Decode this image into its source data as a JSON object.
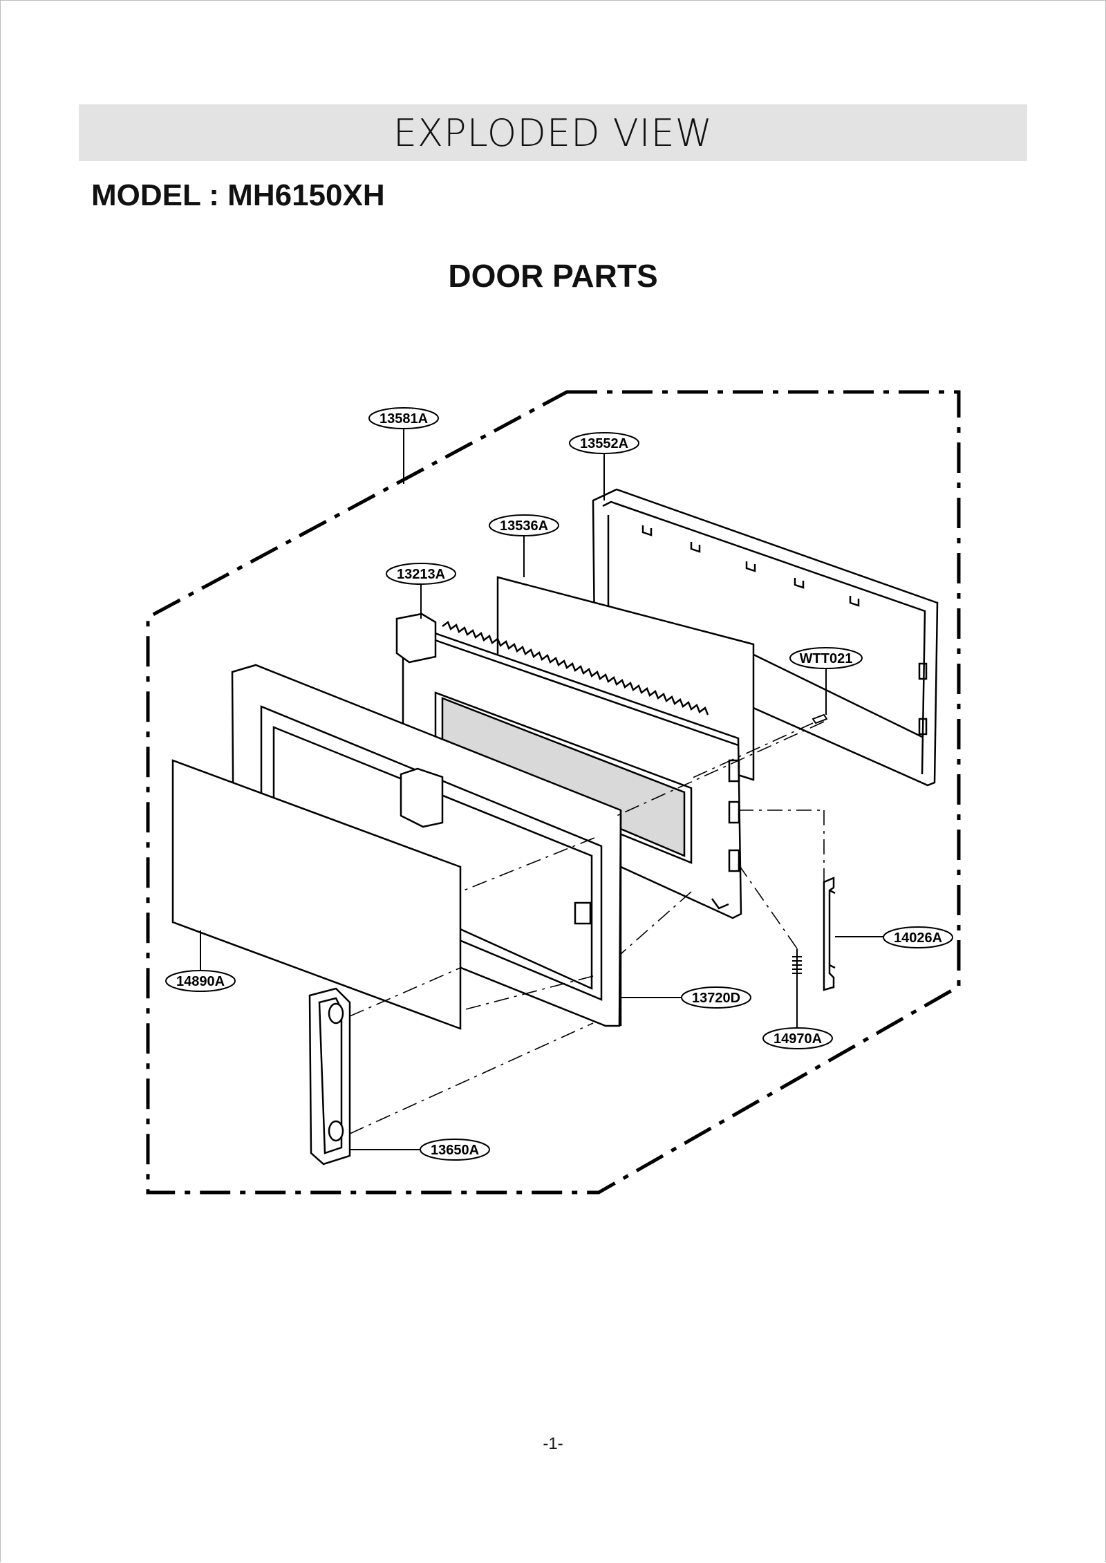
{
  "header": {
    "title": "EXPLODED VIEW"
  },
  "model": {
    "label": "MODEL : MH6150XH"
  },
  "section": {
    "title": "DOOR PARTS"
  },
  "parts": [
    {
      "id": "13581A"
    },
    {
      "id": "13552A"
    },
    {
      "id": "13536A"
    },
    {
      "id": "13213A"
    },
    {
      "id": "WTT021"
    },
    {
      "id": "14026A"
    },
    {
      "id": "14890A"
    },
    {
      "id": "13720D"
    },
    {
      "id": "14970A"
    },
    {
      "id": "13650A"
    }
  ],
  "footer": {
    "page_number": "-1-"
  }
}
